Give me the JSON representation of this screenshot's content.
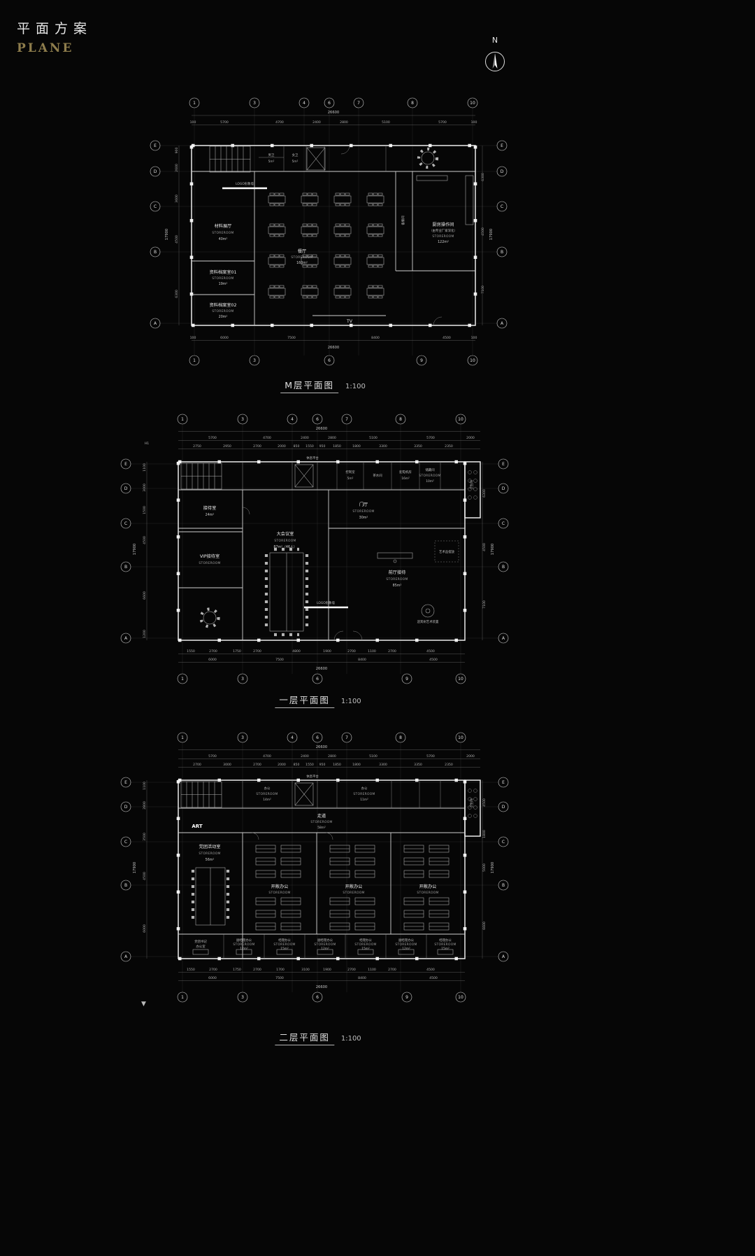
{
  "page": {
    "title": "平面方案",
    "subtitle": "PLANE"
  },
  "compass": {
    "label": "N"
  },
  "captions": {
    "m": {
      "name": "M层平面图",
      "scale": "1:100"
    },
    "f1": {
      "name": "一层平面图",
      "scale": "1:100"
    },
    "f2": {
      "name": "二层平面图",
      "scale": "1:100"
    }
  },
  "grid": {
    "top": [
      "1",
      "3",
      "4",
      "6",
      "7",
      "8",
      "10"
    ],
    "bottom": [
      "1",
      "3",
      "6",
      "9",
      "10"
    ],
    "left": [
      "E",
      "D",
      "C",
      "B",
      "A"
    ],
    "right": [
      "E",
      "D",
      "C",
      "B",
      "A"
    ]
  },
  "dims": {
    "m": {
      "top": [
        "100",
        "5700",
        "4700",
        "2400",
        "2800",
        "5100",
        "5700",
        "100"
      ],
      "top_total": "26600",
      "bottom": [
        "100",
        "6000",
        "7500",
        "8400",
        "4500",
        "100"
      ],
      "bottom_total": "26600",
      "left": [
        "900",
        "2600",
        "3600",
        "4500",
        "6300"
      ],
      "left_total": "17900",
      "right": [
        "6300",
        "4500",
        "7100"
      ],
      "right_total": "17900"
    },
    "f1": {
      "top": [
        "5700",
        "4700",
        "2400",
        "2800",
        "5100",
        "5700",
        "2000"
      ],
      "top_sub": [
        "2750",
        "2950",
        "2700",
        "2000",
        "850",
        "1550",
        "950",
        "1850",
        "1800",
        "3300",
        "3350",
        "2350"
      ],
      "top_total": "26600",
      "bottom": [
        "1550",
        "2700",
        "1750",
        "2700",
        "4800",
        "1900",
        "2700",
        "1100",
        "2700",
        "4500"
      ],
      "bottom_main": [
        "6000",
        "7500",
        "8400",
        "4500"
      ],
      "bottom_total": "26600",
      "left": [
        "1100",
        "3000",
        "1500",
        "4500",
        "6600",
        "1200"
      ],
      "left_total": "17900",
      "right": [
        "6300",
        "4500",
        "7100"
      ],
      "right_total": "17900"
    },
    "f2": {
      "top": [
        "5700",
        "4700",
        "2400",
        "2800",
        "5100",
        "5700",
        "2000"
      ],
      "top_sub": [
        "2700",
        "3000",
        "2700",
        "2000",
        "850",
        "1550",
        "950",
        "1850",
        "1800",
        "3300",
        "3350",
        "2350"
      ],
      "top_total": "26600",
      "bottom": [
        "1550",
        "2700",
        "1750",
        "2700",
        "1700",
        "3100",
        "1900",
        "2700",
        "1100",
        "2700",
        "4500"
      ],
      "bottom_main": [
        "6000",
        "7500",
        "8400",
        "4500"
      ],
      "bottom_total": "26600",
      "left": [
        "1100",
        "2800",
        "3500",
        "4500",
        "6000"
      ],
      "left_total": "17900",
      "right": [
        "4500",
        "1800",
        "5000",
        "6600"
      ],
      "right_total": "17900"
    }
  },
  "plans": {
    "m": {
      "rooms": {
        "cailiao": {
          "name": "材料展厅",
          "sub": "STOREROOM",
          "area": "40m²"
        },
        "dangan1": {
          "name": "资料档案室01",
          "sub": "STOREROOM",
          "area": "19m²"
        },
        "dangan2": {
          "name": "资料档案室02",
          "sub": "STOREROOM",
          "area": "20m²"
        },
        "canting": {
          "name": "餐厅",
          "sub": "STOREROOM",
          "area": "160m²"
        },
        "chufang": {
          "name": "厨房操作间",
          "note": "（由专业厂家深化）",
          "sub": "STOREROOM",
          "area": "122m²"
        },
        "beican": {
          "name": "备餐间"
        },
        "wc1": {
          "name": "男卫",
          "area": "5m²"
        },
        "wc2": {
          "name": "女卫",
          "area": "5m²"
        },
        "logo": {
          "name": "LOGO形象墙"
        },
        "tv": {
          "name": "TV"
        }
      }
    },
    "f1": {
      "annot": {
        "h1": "H1"
      },
      "rooms": {
        "xiuxi": {
          "name": "休息平台"
        },
        "kongzhi": {
          "name": "控制室",
          "area": "5m²"
        },
        "chashui": {
          "name": "茶水间"
        },
        "peidian": {
          "name": "配电机房",
          "area": "16m²"
        },
        "chucang": {
          "name": "储藏间",
          "sub": "STOREROOM",
          "area": "10m²"
        },
        "wsj": {
          "name": "卫生间"
        },
        "menting": {
          "name": "门厅",
          "sub": "STOREROOM",
          "area": "30m²"
        },
        "jiedai": {
          "name": "接待室",
          "area": "24m²"
        },
        "vip": {
          "name": "VIP接待室",
          "sub": "STOREROOM"
        },
        "huiyi": {
          "name": "大会议室",
          "sub": "STOREROOM",
          "area": "87m²（46人）"
        },
        "qianting": {
          "name": "前厅接待",
          "sub": "STOREROOM",
          "area": "85m²"
        },
        "yishu": {
          "name": "艺术品摆放"
        },
        "yingbin": {
          "name": "迎宾树艺术装置"
        },
        "logo": {
          "name": "LOGO形象墙"
        }
      }
    },
    "f2": {
      "note": "▼",
      "rooms": {
        "bg14": {
          "name": "办公",
          "sub": "STOREROOM",
          "area": "14m²"
        },
        "xiuxi": {
          "name": "休息平台"
        },
        "bg11": {
          "name": "办公",
          "sub": "STOREROOM",
          "area": "11m²"
        },
        "wsj": {
          "name": "卫生间"
        },
        "zoudao": {
          "name": "走道",
          "sub": "STOREROOM",
          "area": "58m²"
        },
        "dangtuan": {
          "name": "党团活动室",
          "sub": "STOREROOM",
          "area": "56m²"
        },
        "office": {
          "name": "开敞办公",
          "sub": "STOREROOM"
        },
        "art": {
          "name": "ART"
        },
        "shuji": {
          "name": "党团书记",
          "name2": "办公室"
        },
        "fujingli": {
          "name": "副经理办公",
          "sub": "STOREROOM",
          "area": "12m²"
        },
        "jingli": {
          "name": "经理办公",
          "sub": "STOREROOM",
          "area": "15m²"
        }
      }
    }
  }
}
